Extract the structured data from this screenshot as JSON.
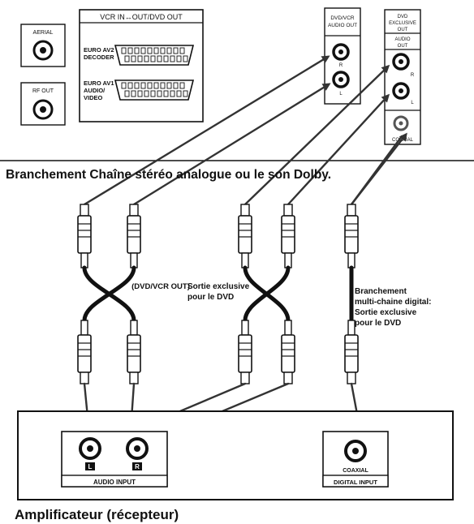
{
  "vcr_panel": {
    "title": "VCR IN↔OUT/DVD OUT",
    "aerial_label": "AERIAL",
    "rf_out_label": "RF OUT",
    "euro_av2_label": [
      "EURO AV2",
      "DECODER"
    ],
    "euro_av1_label": [
      "EURO AV1",
      "AUDIO/",
      "VIDEO"
    ]
  },
  "dvd_vcr_audio_out": {
    "title": [
      "DVD/VCR",
      "AUDIO OUT"
    ],
    "jack_r": "R",
    "jack_l": "L"
  },
  "dvd_exclusive_out": {
    "title": [
      "DVD",
      "EXCLUSIVE",
      "OUT"
    ],
    "audio_out": [
      "AUDIO",
      "OUT"
    ],
    "jack_r": "R",
    "jack_l": "L",
    "coaxial": "COAXIAL"
  },
  "heading": "Branchement Chaîne stéréo analogue ou le son Dolby.",
  "labels": {
    "dvd_vcr_out": "(DVD/VCR OUT)",
    "sortie_exclusive": [
      "Sortie exclusive",
      "pour le DVD"
    ],
    "digital": [
      "Branchement",
      "multi-chaine digital:",
      "Sortie exclusive",
      "pour le DVD"
    ]
  },
  "amplifier": {
    "audio_input": "AUDIO INPUT",
    "jack_l": "L",
    "jack_r": "R",
    "coaxial": "COAXIAL",
    "digital_input": "DIGITAL INPUT",
    "caption": "Amplificateur (récepteur)"
  }
}
